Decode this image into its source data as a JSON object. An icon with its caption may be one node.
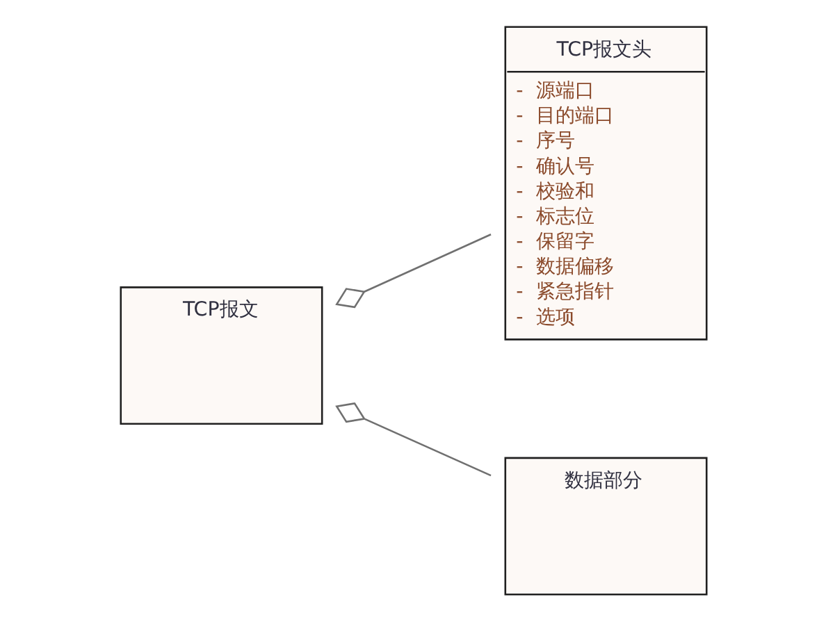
{
  "diagram": {
    "nodes": [
      {
        "text": [
          "TCP报文"
        ]
      },
      {
        "text": [
          "TCP报文头",
          "-  源端口",
          "-  目的端口",
          "-  序号",
          "-  确认号",
          "-  校验和",
          "-  标志位",
          "-  保留字",
          "-  数据偏移",
          "-  紧急指针",
          "-  选项"
        ]
      },
      {
        "text": [
          "数据部分"
        ]
      }
    ],
    "edges": [
      {
        "from": 1,
        "to": 0,
        "arrow": "other"
      },
      {
        "from": 2,
        "to": 0,
        "arrow": "other"
      }
    ]
  }
}
